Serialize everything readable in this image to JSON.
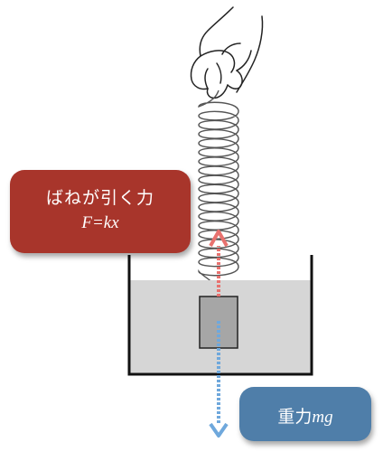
{
  "callouts": {
    "spring_force": {
      "title": "ばねが引く力",
      "formula": "F=kx",
      "color": "#a8352b"
    },
    "gravity": {
      "title": "重力",
      "formula": "mg",
      "color": "#4f7ea9"
    }
  },
  "colors": {
    "spring_arrow": "#e8726f",
    "gravity_arrow": "#6fa8dc",
    "water": "#d6d6d6",
    "weight_block": "#a6a6a6"
  },
  "icons": [
    "hand-icon",
    "spring-coil-icon"
  ]
}
